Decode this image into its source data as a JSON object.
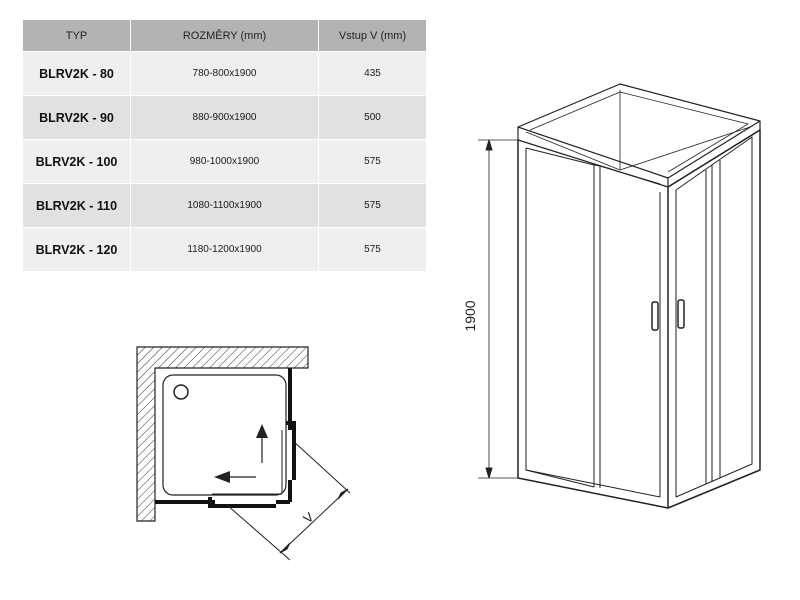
{
  "table": {
    "headers": [
      "TYP",
      "ROZMĚRY (mm)",
      "Vstup V (mm)"
    ],
    "rows": [
      {
        "typ": "BLRV2K - 80",
        "rozmery": "780-800x1900",
        "vstup": "435"
      },
      {
        "typ": "BLRV2K - 90",
        "rozmery": "880-900x1900",
        "vstup": "500"
      },
      {
        "typ": "BLRV2K - 100",
        "rozmery": "980-1000x1900",
        "vstup": "575"
      },
      {
        "typ": "BLRV2K - 110",
        "rozmery": "1080-1100x1900",
        "vstup": "575"
      },
      {
        "typ": "BLRV2K - 120",
        "rozmery": "1180-1200x1900",
        "vstup": "575"
      }
    ]
  },
  "plan": {
    "entry_label": "V"
  },
  "elevation": {
    "height_label": "1900"
  },
  "colors": {
    "header_bg": "#b4b2b3",
    "row_light": "#f0eff0",
    "row_dark": "#e2e0e1",
    "line": "#222222"
  }
}
